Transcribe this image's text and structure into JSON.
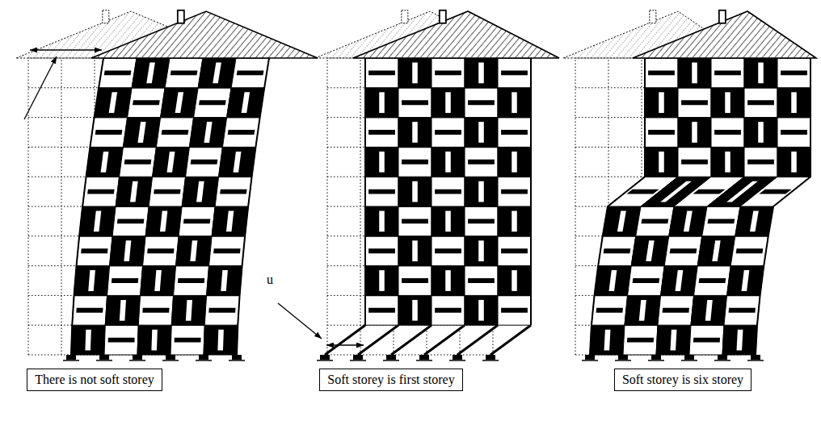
{
  "diagram": {
    "nodes": [
      {
        "text": [
          "There is not soft storey"
        ]
      },
      {
        "text": [
          "Soft storey is first storey"
        ]
      },
      {
        "text": [
          "Soft storey is six storey"
        ]
      }
    ],
    "labels": [
      "u"
    ]
  }
}
